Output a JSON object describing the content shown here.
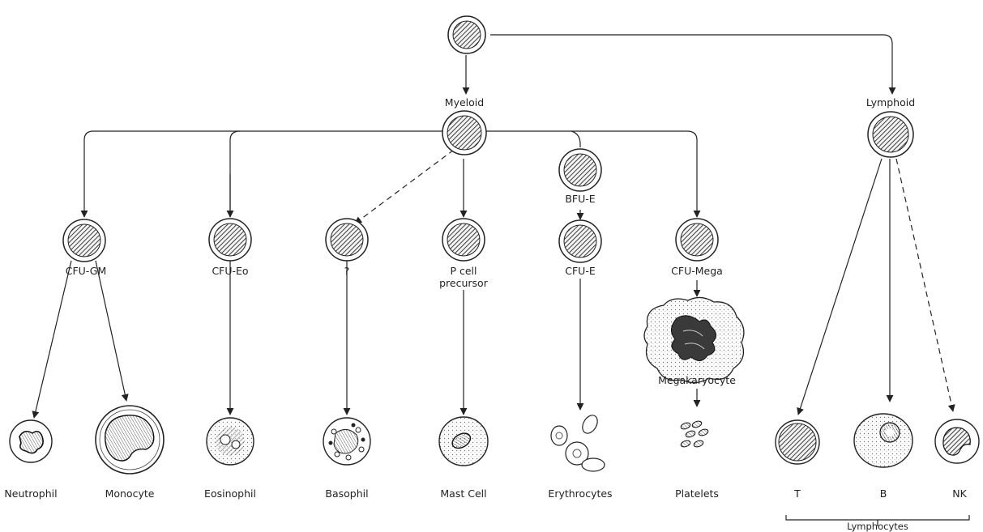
{
  "nodes": {
    "myeloid": "Myeloid",
    "lymphoid": "Lymphoid",
    "cfu_gm": "CFU-GM",
    "cfu_eo": "CFU-Eo",
    "unknown": "?",
    "p_cell_1": "P cell",
    "p_cell_2": "precursor",
    "bfu_e": "BFU-E",
    "cfu_e": "CFU-E",
    "cfu_mega": "CFU-Mega",
    "megakaryocyte": "Megakaryocyte"
  },
  "cells": {
    "neutrophil": "Neutrophil",
    "monocyte": "Monocyte",
    "eosinophil": "Eosinophil",
    "basophil": "Basophil",
    "mast_cell": "Mast Cell",
    "erythrocytes": "Erythrocytes",
    "platelets": "Platelets",
    "t": "T",
    "b": "B",
    "nk": "NK",
    "lymphocytes": "Lymphocytes"
  },
  "colors": {
    "ink": "#222222",
    "background": "#ffffff"
  }
}
